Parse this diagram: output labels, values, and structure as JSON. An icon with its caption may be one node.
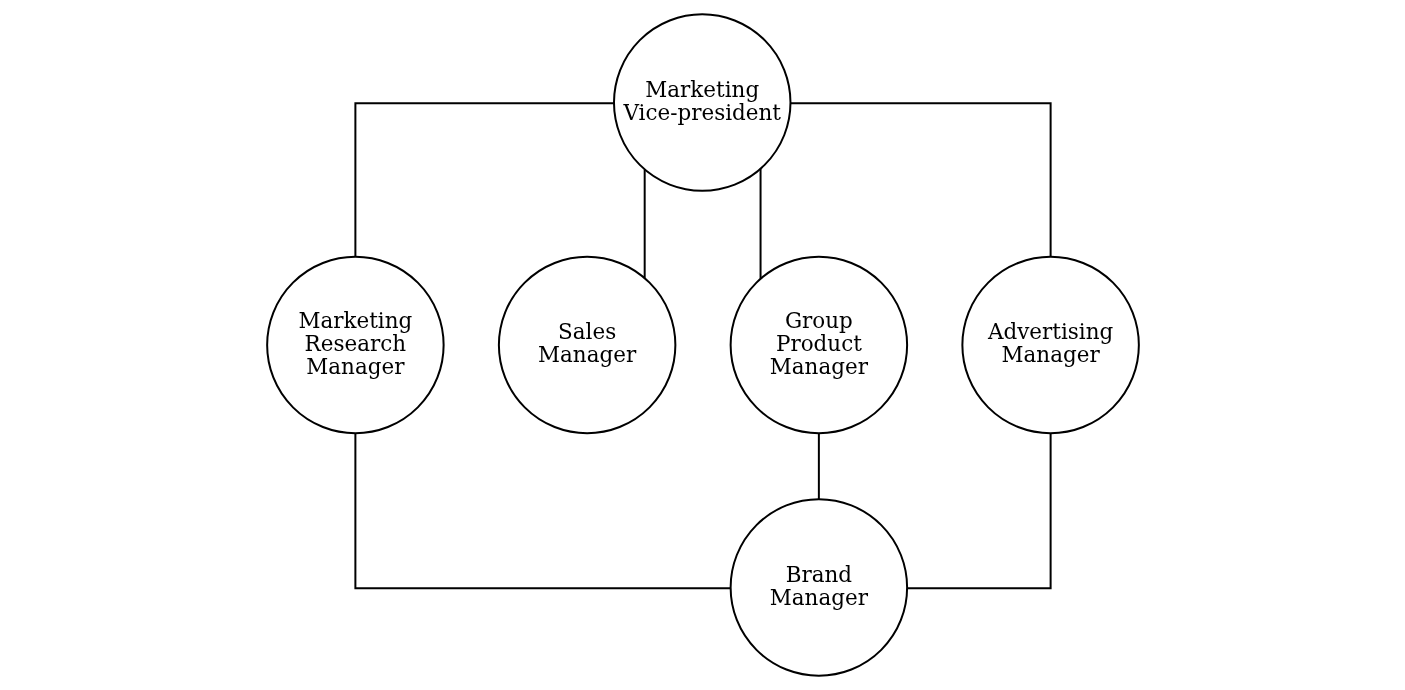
{
  "diagram": {
    "nodes": [
      {
        "text": [
          "Marketing Vice-president"
        ]
      },
      {
        "text": [
          "Marketing Research Manager"
        ]
      },
      {
        "text": [
          "Sales Manager"
        ]
      },
      {
        "text": [
          "Group Product Manager"
        ]
      },
      {
        "text": [
          "Advertising Manager"
        ]
      },
      {
        "text": [
          "Brand Manager"
        ]
      }
    ],
    "edges": [
      {
        "from": 0,
        "to": 1,
        "arrow": "none"
      },
      {
        "from": 0,
        "to": 2,
        "arrow": "none"
      },
      {
        "from": 0,
        "to": 3,
        "arrow": "none"
      },
      {
        "from": 0,
        "to": 4,
        "arrow": "none"
      },
      {
        "from": 3,
        "to": 5,
        "arrow": "none"
      },
      {
        "from": 1,
        "to": 5,
        "arrow": "none"
      },
      {
        "from": 4,
        "to": 5,
        "arrow": "none"
      }
    ]
  }
}
